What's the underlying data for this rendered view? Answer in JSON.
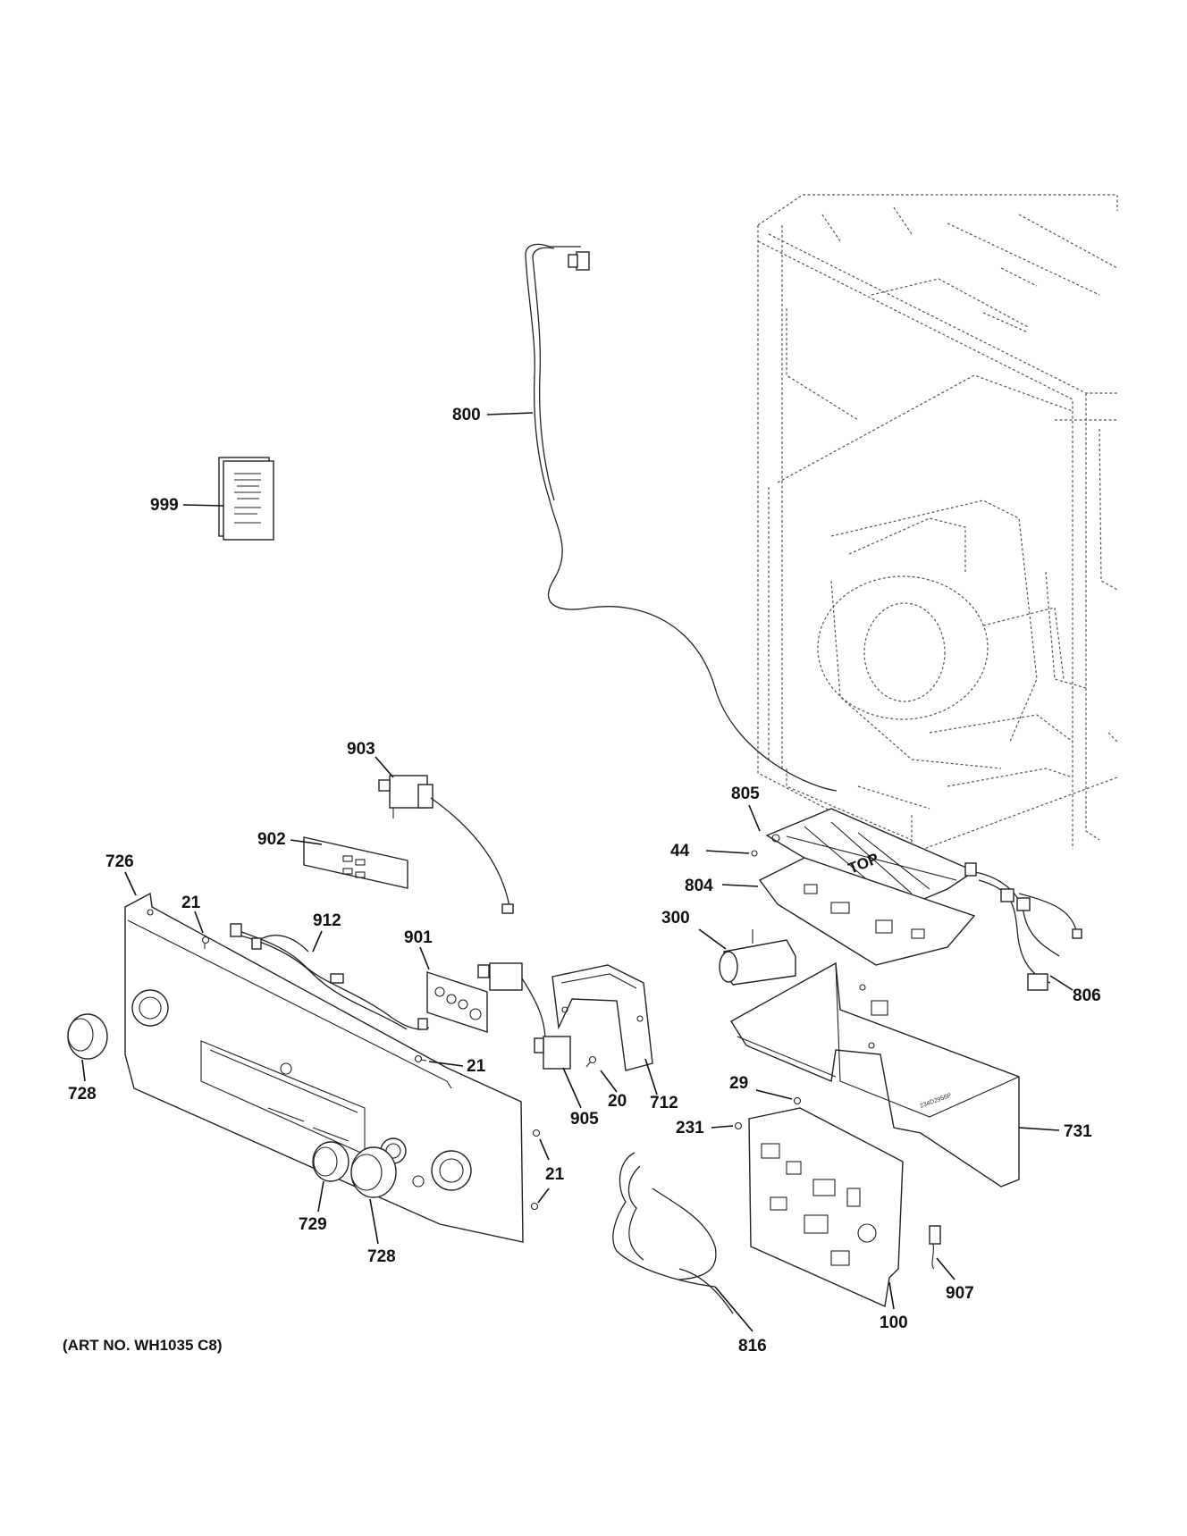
{
  "art_number": "(ART NO. WH1035 C8)",
  "callouts": [
    {
      "id": "c999",
      "text": "999"
    },
    {
      "id": "c800",
      "text": "800"
    },
    {
      "id": "c903",
      "text": "903"
    },
    {
      "id": "c902",
      "text": "902"
    },
    {
      "id": "c726",
      "text": "726"
    },
    {
      "id": "c21a",
      "text": "21"
    },
    {
      "id": "c912",
      "text": "912"
    },
    {
      "id": "c901",
      "text": "901"
    },
    {
      "id": "c728a",
      "text": "728"
    },
    {
      "id": "c21b",
      "text": "21"
    },
    {
      "id": "c905",
      "text": "905"
    },
    {
      "id": "c20",
      "text": "20"
    },
    {
      "id": "c712",
      "text": "712"
    },
    {
      "id": "c21c",
      "text": "21"
    },
    {
      "id": "c729",
      "text": "729"
    },
    {
      "id": "c728b",
      "text": "728"
    },
    {
      "id": "c805",
      "text": "805"
    },
    {
      "id": "c44",
      "text": "44"
    },
    {
      "id": "c804",
      "text": "804"
    },
    {
      "id": "c300",
      "text": "300"
    },
    {
      "id": "c806",
      "text": "806"
    },
    {
      "id": "c29",
      "text": "29"
    },
    {
      "id": "c231",
      "text": "231"
    },
    {
      "id": "c731",
      "text": "731"
    },
    {
      "id": "c907",
      "text": "907"
    },
    {
      "id": "c816",
      "text": "816"
    },
    {
      "id": "c100",
      "text": "100"
    }
  ],
  "board_text": {
    "top_stamp": "TOP",
    "bracket_code": "234D2956P"
  }
}
